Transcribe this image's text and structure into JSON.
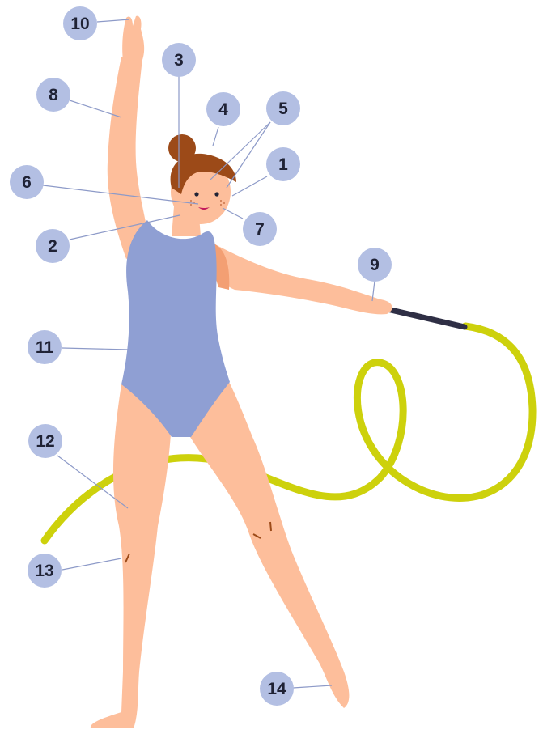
{
  "diagram": {
    "colors": {
      "skin": "#fdbe9b",
      "skin_shadow": "#f39f73",
      "leotard": "#8f9fd3",
      "hair": "#9c4a18",
      "ribbon": "#cdd10c",
      "stick": "#2f2f45",
      "badge_fill": "#b3bfe3",
      "badge_text": "#1f2235",
      "leader_line": "#8d9ac8"
    },
    "labels": [
      {
        "id": "1",
        "text": "1"
      },
      {
        "id": "2",
        "text": "2"
      },
      {
        "id": "3",
        "text": "3"
      },
      {
        "id": "4",
        "text": "4"
      },
      {
        "id": "5",
        "text": "5"
      },
      {
        "id": "6",
        "text": "6"
      },
      {
        "id": "7",
        "text": "7"
      },
      {
        "id": "8",
        "text": "8"
      },
      {
        "id": "9",
        "text": "9"
      },
      {
        "id": "10",
        "text": "10"
      },
      {
        "id": "11",
        "text": "11"
      },
      {
        "id": "12",
        "text": "12"
      },
      {
        "id": "13",
        "text": "13"
      },
      {
        "id": "14",
        "text": "14"
      }
    ]
  }
}
